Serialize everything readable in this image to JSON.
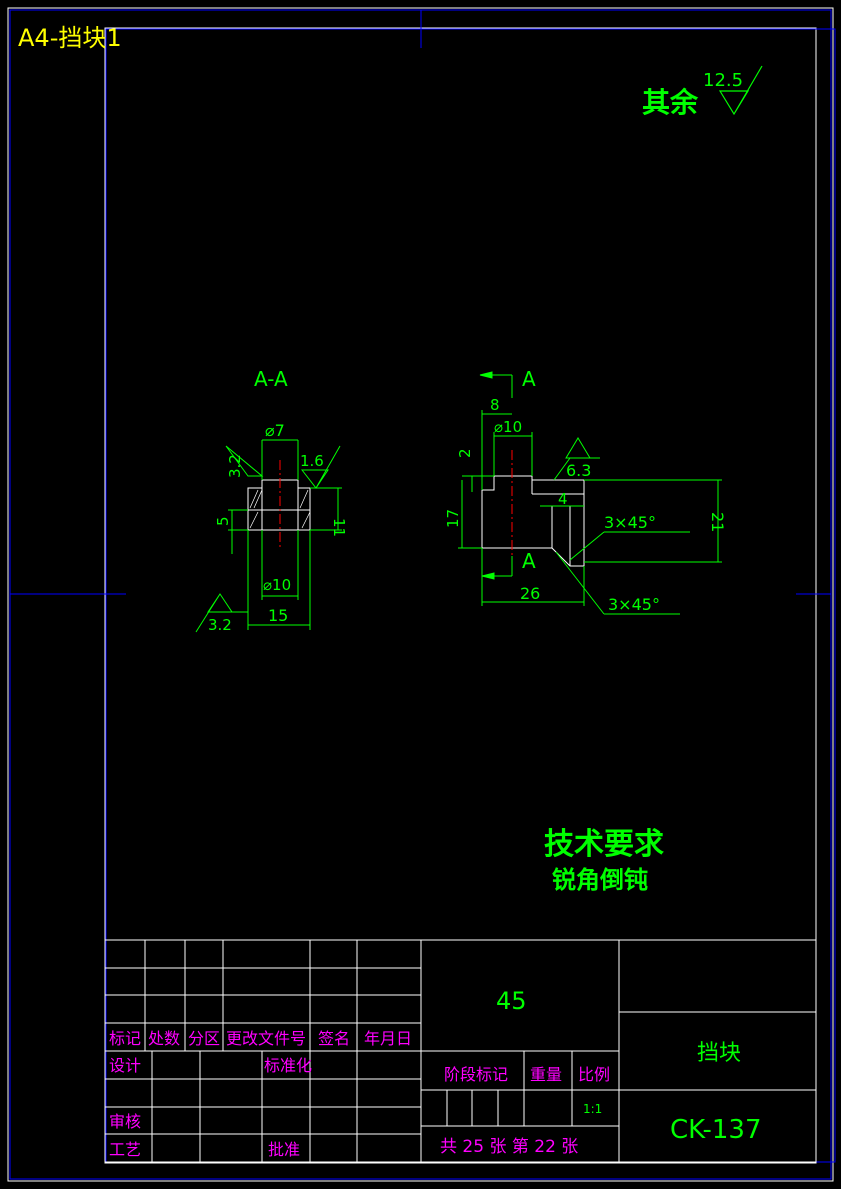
{
  "sheet": {
    "title": "A4-挡块1"
  },
  "roughness_note": {
    "label": "其余",
    "value": "12.5"
  },
  "section_view": {
    "label": "A-A",
    "dim_top_dia": "⌀7",
    "dim_bottom_dia": "⌀10",
    "dim_width": "15",
    "dim_step": "5",
    "dim_height": "11",
    "rough_left": "3.2",
    "rough_right": "1.6",
    "rough_bottom": "3.2"
  },
  "main_view": {
    "section_mark_top": "A",
    "section_mark_bottom": "A",
    "dim_8": "8",
    "dim_dia10": "⌀10",
    "dim_2": "2",
    "dim_17": "17",
    "dim_4": "4",
    "dim_21": "21",
    "dim_26": "26",
    "chamfer_1": "3×45°",
    "chamfer_2": "3×45°",
    "rough": "6.3"
  },
  "tech_req": {
    "title": "技术要求",
    "item": "锐角倒钝"
  },
  "title_block": {
    "headers": [
      "标记",
      "处数",
      "分区",
      "更改文件号",
      "签名",
      "年月日"
    ],
    "design": "设计",
    "standardize": "标准化",
    "review": "审核",
    "process": "工艺",
    "approve": "批准",
    "material": "45",
    "stage_mark": "阶段标记",
    "weight": "重量",
    "scale_label": "比例",
    "scale": "1:1",
    "sheet_info": "共 25 张 第 22 张",
    "part_name": "挡块",
    "drawing_no": "CK-137"
  }
}
